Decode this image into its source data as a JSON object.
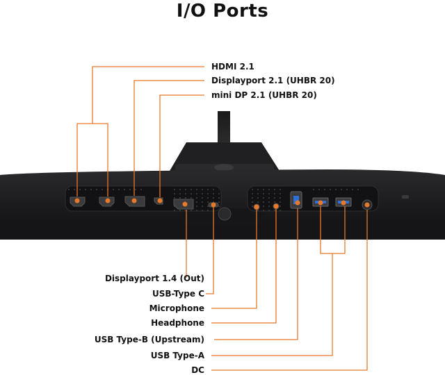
{
  "title": "I/O Ports",
  "accent_color": "#e8782a",
  "labels": {
    "hdmi": "HDMI 2.1",
    "dp_in": "Displayport 2.1 (UHBR 20)",
    "mini_dp": "mini DP 2.1 (UHBR 20)",
    "dp_out": "Displayport 1.4 (Out)",
    "usb_c": "USB-Type C",
    "microphone": "Microphone",
    "headphone": "Headphone",
    "usb_b": "USB Type-B (Upstream)",
    "usb_a": "USB Type-A",
    "dc": "DC"
  }
}
